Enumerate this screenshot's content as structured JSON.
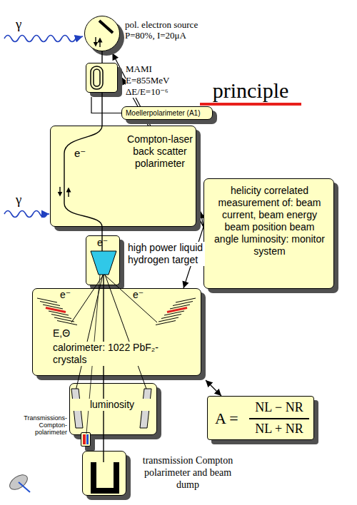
{
  "diagram": {
    "title": "principle",
    "nodes": [
      {
        "text": [
          "pol. electron source P=80%, I=20μA"
        ]
      },
      {
        "text": [
          "MAMI E=855MeV ΔE/E=10⁻⁶"
        ]
      },
      {
        "text": [
          "Moellerpolarimeter (A1)"
        ]
      },
      {
        "text": [
          "Compton-laser back scatter polarimeter"
        ]
      },
      {
        "text": [
          "helicity correlated measurement of: beam current, beam energy beam position beam angle luminosity: monitor system"
        ]
      },
      {
        "text": [
          "high power liquid hydrogen target"
        ]
      },
      {
        "text": [
          "E,Θ",
          "calorimeter: 1022 PbF₂-crystals"
        ]
      },
      {
        "text": [
          "luminosity"
        ]
      },
      {
        "text": [
          "A =",
          "NL − NR",
          "NL + NR"
        ]
      },
      {
        "text": [
          "Transmissions-Compton-polarimeter"
        ]
      },
      {
        "text": [
          "transmission Compton polarimeter and beam dump"
        ]
      }
    ],
    "edges": [
      {
        "from": 4,
        "to": 0,
        "arrow": "to"
      },
      {
        "from": 4,
        "to": 1,
        "arrow": "to"
      },
      {
        "from": 4,
        "to": 3,
        "arrow": "to"
      },
      {
        "from": 4,
        "to": 6,
        "arrow": "to"
      },
      {
        "from": 1,
        "to": 2,
        "arrow": "none"
      },
      {
        "from": 6,
        "to": 8,
        "arrow": "both"
      }
    ],
    "labels": [
      "γ",
      "γ",
      "e⁻",
      "e⁻",
      "e⁻",
      "e⁻"
    ]
  }
}
